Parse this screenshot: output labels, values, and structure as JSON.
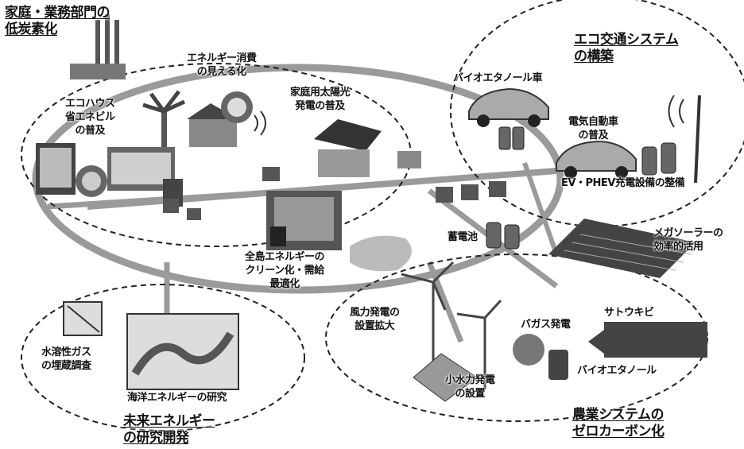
{
  "headings": {
    "household": [
      "家庭・業務部門の",
      "低炭素化"
    ],
    "eco_transport": [
      "エコ交通システム",
      "の構築"
    ],
    "future_energy": [
      "未来エネルギー",
      "の研究開発"
    ],
    "agriculture": [
      "農業システムの",
      "ゼロカーボン化"
    ]
  },
  "labels": {
    "energy_visual": [
      "エネルギー消費",
      "の見える化"
    ],
    "eco_house": [
      "エコハウス",
      "省エネビル",
      "の普及"
    ],
    "solar_home": [
      "家庭用太陽光",
      "発電の普及"
    ],
    "bioethanol_car": "バイオエタノール車",
    "ev_spread": [
      "電気自動車",
      "の普及"
    ],
    "ev_charger": "EV・PHEV充電設備の整備",
    "battery": "蓄電池",
    "mega_solar": [
      "メガソーラーの",
      "効率的活用"
    ],
    "island_energy": [
      "全島エネルギーの",
      "クリーン化・需給",
      "最適化"
    ],
    "wind_power": [
      "風力発電の",
      "設置拡大"
    ],
    "bagasse": "バガス発電",
    "sugarcane": "サトウキビ",
    "bioethanol": "バイオエタノール",
    "small_hydro": [
      "小水力発電",
      "の設置"
    ],
    "gas": [
      "水溶性ガス",
      "の埋蔵調査"
    ],
    "ocean": "海洋エネルギーの研究"
  }
}
